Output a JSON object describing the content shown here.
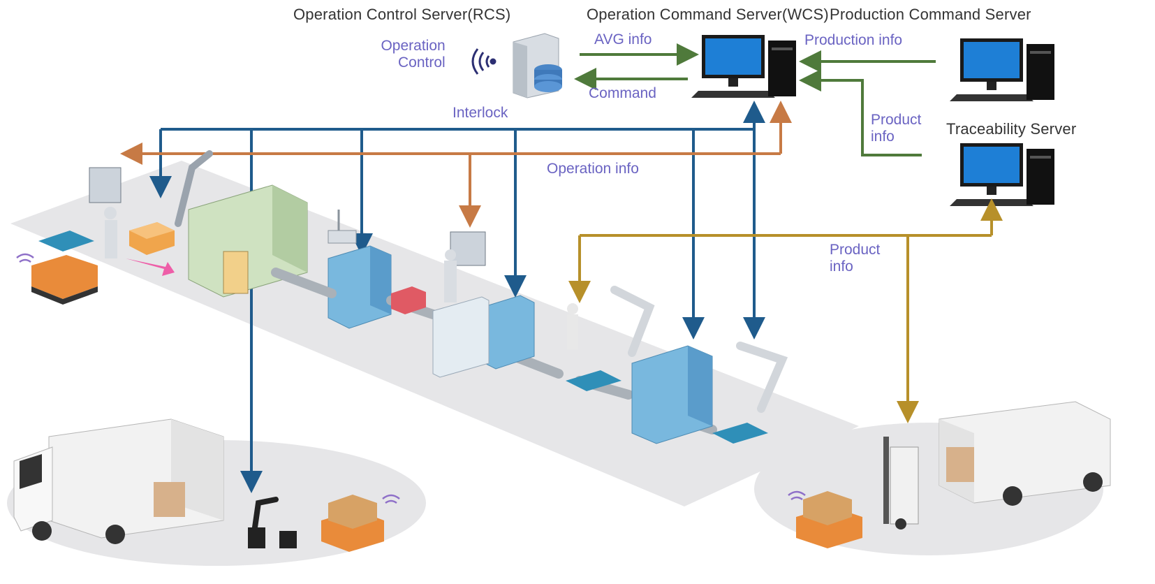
{
  "servers": {
    "rcs": "Operation Control Server(RCS)",
    "wcs": "Operation Command Server(WCS)",
    "production": "Production Command Server",
    "traceability": "Traceability Server"
  },
  "flows": {
    "operation_control_1": "Operation",
    "operation_control_2": "Control",
    "avg_info": "AVG info",
    "command": "Command",
    "production_info": "Production info",
    "interlock": "Interlock",
    "product_info_top_1": "Product",
    "product_info_top_2": "info",
    "operation_info": "Operation info",
    "product_info_mid_1": "Product",
    "product_info_mid_2": "info"
  },
  "colors": {
    "interlock_line": "#1f5b8c",
    "operation_line": "#c77a45",
    "product_line": "#b7902a",
    "server_line": "#4f7a3b",
    "label_text": "#6a63c2",
    "header_text": "#333333",
    "floor": "#e6e6e8",
    "machine_blue": "#79b8de",
    "agv_orange": "#e98b3a"
  },
  "icons": [
    "rcs-server-icon",
    "wcs-computer-icon",
    "production-computer-icon",
    "traceability-computer-icon",
    "wireless-signal-icon",
    "agv-robot-icon",
    "delivery-truck-icon",
    "forklift-icon",
    "robot-arm-icon",
    "conveyor-icon",
    "worker-icon",
    "monitor-icon"
  ]
}
